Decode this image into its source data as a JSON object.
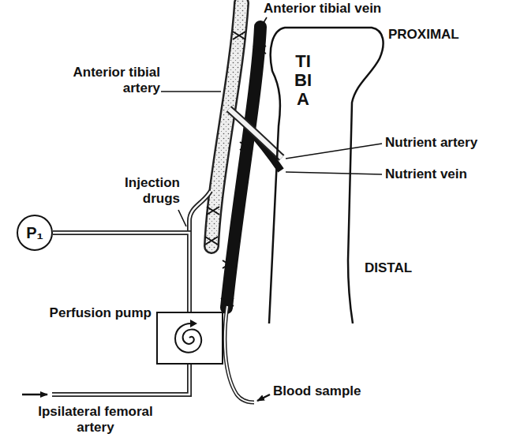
{
  "diagram": {
    "nodes": [
      {
        "text": [
          "TIBIA"
        ]
      },
      {
        "text": [
          "P₁"
        ]
      },
      {
        "text": [
          "Perfusion pump"
        ]
      }
    ],
    "edges": [
      {
        "from": 2,
        "to": 1,
        "arrow": "none"
      }
    ],
    "labels": [
      "Anterior tibial vein",
      "PROXIMAL",
      "Anterior tibial artery",
      "Nutrient artery",
      "Nutrient vein",
      "Injection drugs",
      "DISTAL",
      "Blood sample",
      "Ipsilateral femoral artery"
    ]
  }
}
